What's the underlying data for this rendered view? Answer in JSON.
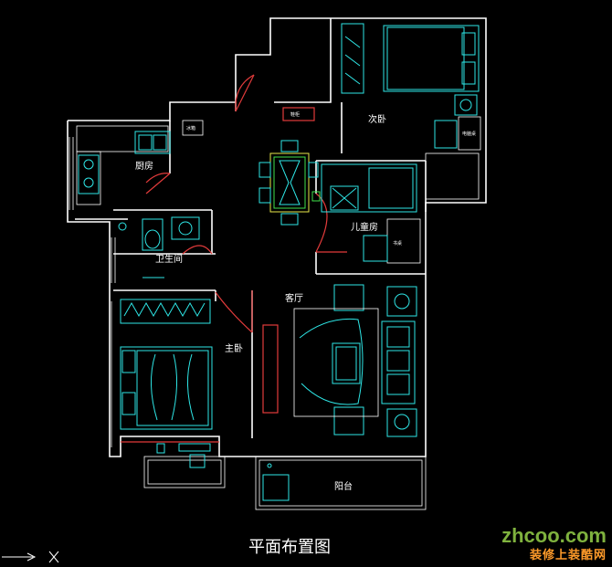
{
  "title": "平面布置图",
  "rooms": {
    "second_bedroom": "次卧",
    "kitchen": "厨房",
    "kids_room": "儿童房",
    "bathroom": "卫生间",
    "living_room": "客厅",
    "master_bedroom": "主卧",
    "balcony": "阳台"
  },
  "small_labels": {
    "shoe_cabinet": "鞋柜",
    "desk": "书桌",
    "desk2": "电脑桌",
    "fridge": "冰箱"
  },
  "watermark": {
    "domain": "zhcoo.com",
    "name": "装修上装酷网"
  },
  "colors": {
    "background": "#000000",
    "walls": "#ffffff",
    "furniture": "#2ee6e6",
    "doors": "#e23b3b",
    "accent_yellow": "#e8e84a",
    "accent_green": "#3fe24d"
  }
}
